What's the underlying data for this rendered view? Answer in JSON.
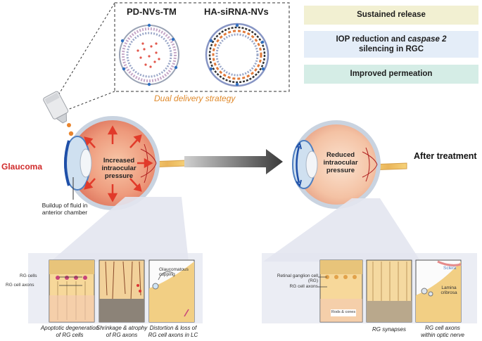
{
  "nanovesicles": {
    "left_title": "PD-NVs-TM",
    "right_title": "HA-siRNA-NVs",
    "strategy": "Dual delivery strategy"
  },
  "benefits": {
    "sustained": "Sustained release",
    "iop_line1": "IOP reduction and ",
    "iop_italic": "caspase 2",
    "iop_line2": "silencing in RGC",
    "permeation": "Improved permeation"
  },
  "left_eye": {
    "condition": "Glaucoma",
    "pressure_line1": "Increased",
    "pressure_line2": "intraocular",
    "pressure_line3": "pressure",
    "fluid_line1": "Buildup of fluid in",
    "fluid_line2": "anterior chamber"
  },
  "right_eye": {
    "condition": "After treatment",
    "pressure_line1": "Reduced",
    "pressure_line2": "intraocular",
    "pressure_line3": "pressure"
  },
  "left_panels": {
    "rg_cells": "RG cells",
    "rg_axons": "RG cell axons",
    "cupping_line1": "Glaucomatous",
    "cupping_line2": "cupping",
    "caption1_line1": "Apoptotic degeneration",
    "caption1_line2": "of RG cells",
    "caption2_line1": "Shrinkage & atrophy",
    "caption2_line2": "of RG axons",
    "caption3_line1": "Distortion & loss of",
    "caption3_line2": "RG cell axons in LC"
  },
  "right_panels": {
    "retinal_line1": "Retinal ganglion cell",
    "retinal_line2": "(RG)",
    "rg_axons": "RG cell axons",
    "rods": "Rods & cones",
    "sclera": "Sclera",
    "lamina_line1": "Lamina",
    "lamina_line2": "cribrosa",
    "caption1": "RG synapses",
    "caption2_line1": "RG cell axons",
    "caption2_line2": "within optic nerve"
  },
  "colors": {
    "sustained_box": "#f2f0d2",
    "iop_box": "#e4edf8",
    "permeation_box": "#d5ede6",
    "glaucoma_red": "#d02a2a",
    "strategy_orange": "#e08a2c",
    "arrow_gray": "#444444"
  }
}
